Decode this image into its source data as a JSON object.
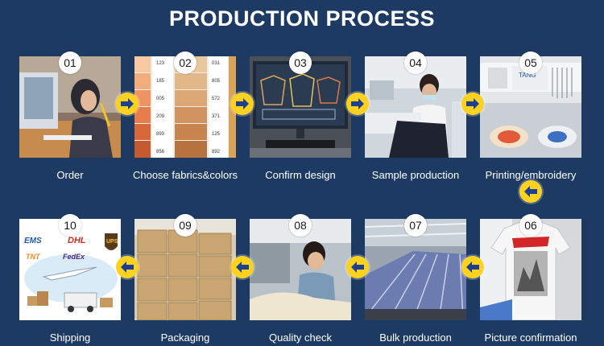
{
  "title": "PRODUCTION PROCESS",
  "colors": {
    "background": "#1d3a63",
    "arrow": "#ffd21f",
    "arrow_glyph": "#1f3f8f"
  },
  "steps": [
    {
      "number": "01",
      "label": "Order",
      "photo": "woman-writing-at-laptop"
    },
    {
      "number": "02",
      "label": "Choose fabrics&colors",
      "photo": "fabric-color-swatches",
      "swatch_left_codes": [
        "123",
        "185",
        "005",
        "209",
        "893",
        "856"
      ],
      "swatch_right_codes": [
        "031",
        "805",
        "572",
        "371",
        "125",
        "892"
      ]
    },
    {
      "number": "03",
      "label": "Confirm design",
      "photo": "pattern-design-monitor"
    },
    {
      "number": "04",
      "label": "Sample production",
      "photo": "seamstress-at-sewing-machine"
    },
    {
      "number": "05",
      "label": "Printing/embroidery",
      "photo": "embroidery-machines",
      "machine_brand": "TANG"
    },
    {
      "number": "06",
      "label": "Picture confirmation",
      "photo": "printed-tshirt"
    },
    {
      "number": "07",
      "label": "Bulk production",
      "photo": "factory-floor"
    },
    {
      "number": "08",
      "label": "Quality check",
      "photo": "inspector-checking-garment"
    },
    {
      "number": "09",
      "label": "Packaging",
      "photo": "stacked-cartons"
    },
    {
      "number": "10",
      "label": "Shipping",
      "photo": "courier-logos-world-map",
      "courier_logos": [
        "EMS",
        "DHL",
        "UPS",
        "TNT",
        "FedEx"
      ]
    }
  ]
}
